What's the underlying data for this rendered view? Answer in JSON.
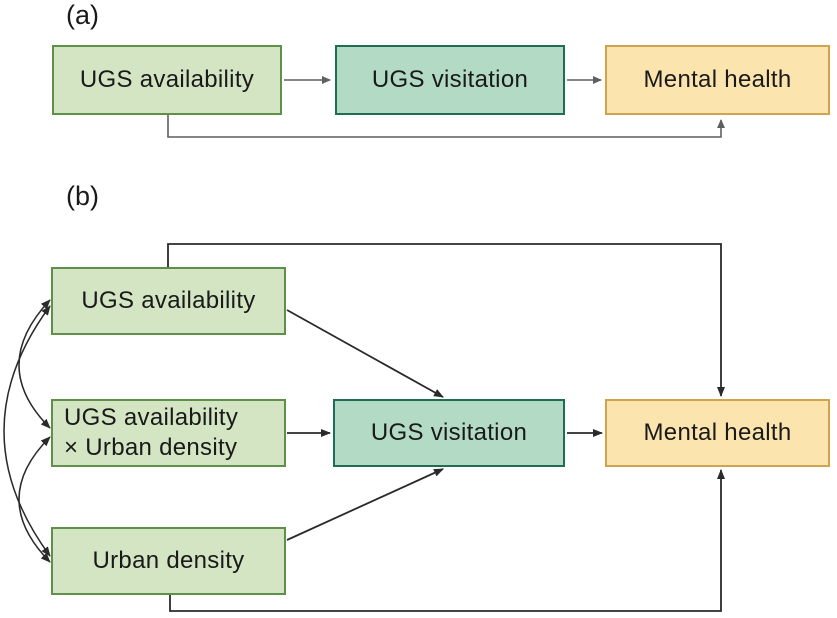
{
  "figure": {
    "panel_a": {
      "label": "(a)",
      "boxes": {
        "availability": "UGS availability",
        "visitation": "UGS visitation",
        "mental_health": "Mental health"
      },
      "edges": [
        "UGS availability -> UGS visitation",
        "UGS visitation -> Mental health",
        "UGS availability -> Mental health (direct path below boxes)"
      ]
    },
    "panel_b": {
      "label": "(b)",
      "boxes": {
        "availability": "UGS availability",
        "interaction_line1": "UGS availability",
        "interaction_line2": "× Urban density",
        "urban_density": "Urban density",
        "visitation": "UGS visitation",
        "mental_health": "Mental health"
      },
      "edges": [
        "UGS availability -> UGS visitation",
        "UGS availability × Urban density -> UGS visitation",
        "Urban density -> UGS visitation",
        "UGS visitation -> Mental health",
        "UGS availability -> Mental health (direct path above boxes)",
        "Urban density -> Mental health (direct path below boxes)",
        "UGS availability <-> UGS availability × Urban density (covariance arc)",
        "UGS availability <-> Urban density (covariance arc)",
        "UGS availability × Urban density <-> Urban density (covariance arc)"
      ]
    }
  },
  "colors": {
    "box-green-fill": "#d3e5c2",
    "box-green-border": "#5f8f4b",
    "box-teal-fill": "#b2dac4",
    "box-teal-border": "#1f6e54",
    "box-yellow-fill": "#fbe4ae",
    "box-yellow-border": "#cfa44d",
    "line-a": "#5f5f5f",
    "line-b": "#2a2a2a",
    "text": "#1a1a1a"
  }
}
